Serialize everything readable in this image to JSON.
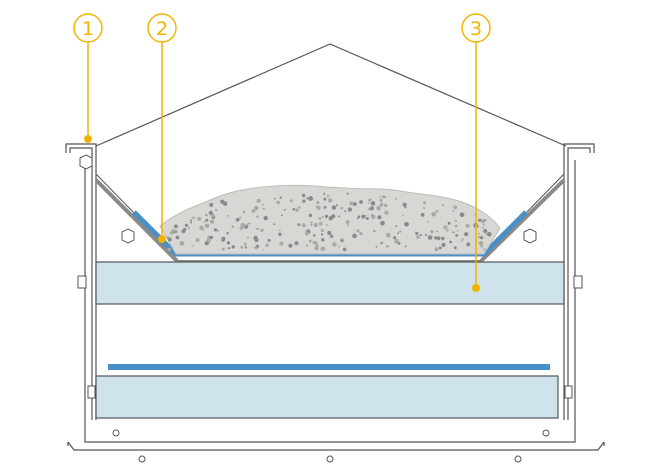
{
  "callouts": [
    {
      "label": "1"
    },
    {
      "label": "2"
    },
    {
      "label": "3"
    }
  ],
  "colors": {
    "outline": "#555555",
    "callout": "#f0b400",
    "belt_blue": "#4a90c8",
    "liner_fill": "#cfe3ec",
    "bulk_fill": "#d7d7d3",
    "bulk_speckle": "#8a8a8a",
    "dashed_belt": "#b5c3cc"
  }
}
